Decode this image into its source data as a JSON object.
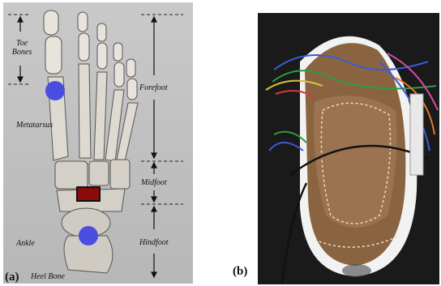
{
  "panel_a": {
    "letter": "(a)",
    "labels": {
      "toe_bones": "Toe Bones",
      "metatarsus": "Metatarsus",
      "ankle": "Ankle",
      "heel_bone": "Heel Bone",
      "forefoot": "Forefoot",
      "midfoot": "Midfoot",
      "hindfoot": "Hindfoot"
    },
    "colors": {
      "sensor": "#4a4ee0",
      "marker": "#8b0a0a",
      "background": "#c2c2c2"
    }
  },
  "panel_b": {
    "letter": "(b)",
    "colors": {
      "shoe": "#8a6440",
      "sole": "#f2f2f2",
      "background": "#1a1a1a"
    }
  }
}
